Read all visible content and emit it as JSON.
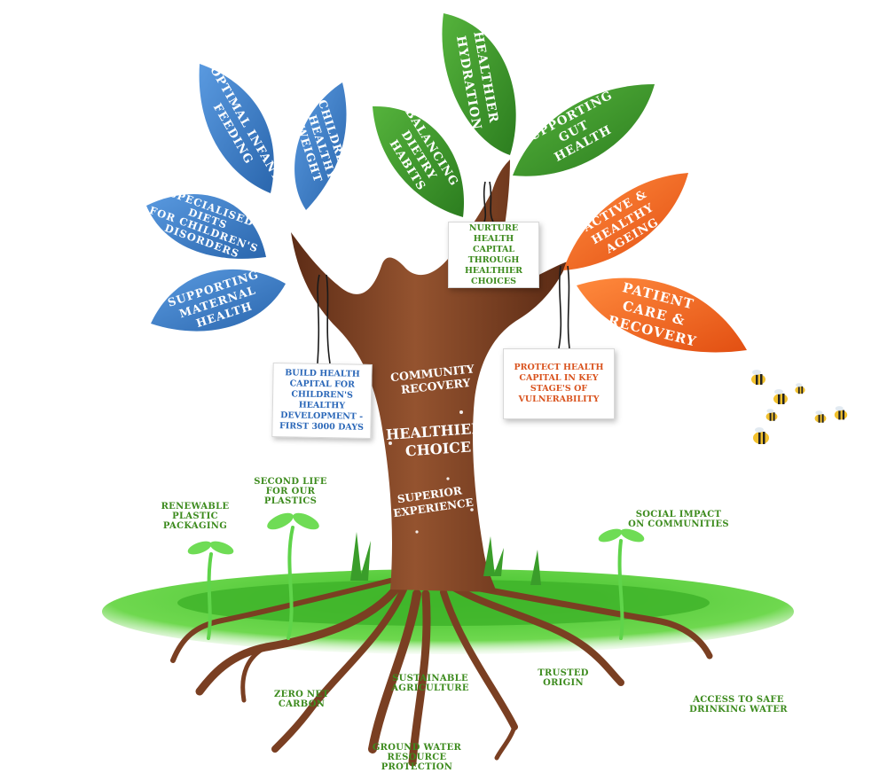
{
  "leaves": {
    "blue": [
      {
        "id": "optimal-infant-feeding",
        "lines": [
          "OPTIMAL INFANT",
          "FEEDING"
        ]
      },
      {
        "id": "childrens-healthy-weight",
        "lines": [
          "CHILDREN'S",
          "HEALTHY",
          "WEIGHT"
        ]
      },
      {
        "id": "specialised-diets",
        "lines": [
          "SPECIALISED",
          "DIETS",
          "FOR CHILDREN'S",
          "DISORDERS"
        ]
      },
      {
        "id": "supporting-maternal-health",
        "lines": [
          "SUPPORTING",
          "MATERNAL",
          "HEALTH"
        ]
      }
    ],
    "green": [
      {
        "id": "healthier-hydration",
        "lines": [
          "HEALTHIER",
          "HYDRATION"
        ]
      },
      {
        "id": "balancing-dietry-habits",
        "lines": [
          "BALANCING",
          "DIETRY",
          "HABITS"
        ]
      },
      {
        "id": "supporting-gut-health",
        "lines": [
          "SUPPORTING",
          "GUT",
          "HEALTH"
        ]
      }
    ],
    "orange": [
      {
        "id": "active-healthy-ageing",
        "lines": [
          "ACTIVE &",
          "HEALTHY",
          "AGEING"
        ]
      },
      {
        "id": "patient-care-recovery",
        "lines": [
          "PATIENT",
          "CARE &",
          "RECOVERY"
        ]
      }
    ]
  },
  "cards": {
    "left": "BUILD HEALTH\nCAPITAL FOR\nCHILDREN'S HEALTHY\nDEVELOPMENT -\nFIRST 3000 DAYS",
    "middle": "NURTURE\nHEALTH CAPITAL\nTHROUGH\nHEALTHIER\nCHOICES",
    "right": "PROTECT HEALTH\nCAPITAL IN KEY\nSTAGE'S OF\nVULNERABILITY"
  },
  "trunk": {
    "community": [
      "COMMUNITY",
      "RECOVERY"
    ],
    "healthier": [
      "HEALTHIER",
      "CHOICE"
    ],
    "superior": [
      "SUPERIOR",
      "EXPERIENCE"
    ]
  },
  "ground": {
    "renewable": "RENEWABLE\nPLASTIC\nPACKAGING",
    "second_life": "SECOND LIFE\nFOR OUR\nPLASTICS",
    "social_impact": "SOCIAL IMPACT\nON COMMUNITIES",
    "zero_net": "ZERO NET\nCARBON",
    "sustainable": "SUSTAINABLE\nAGRICULTURE",
    "trusted": "TRUSTED\nORIGIN",
    "access_water": "ACCESS TO SAFE\nDRINKING WATER",
    "ground_water": "GROUND WATER\nRESOURCE PROTECTION"
  },
  "colors": {
    "blue": "#3f7fc3",
    "green": "#3e9a2c",
    "orange": "#f06a22",
    "trunk": "#7a3f22",
    "card_blue": "#2a67b8",
    "card_green": "#3d8b1e",
    "card_orange": "#d9531e"
  }
}
